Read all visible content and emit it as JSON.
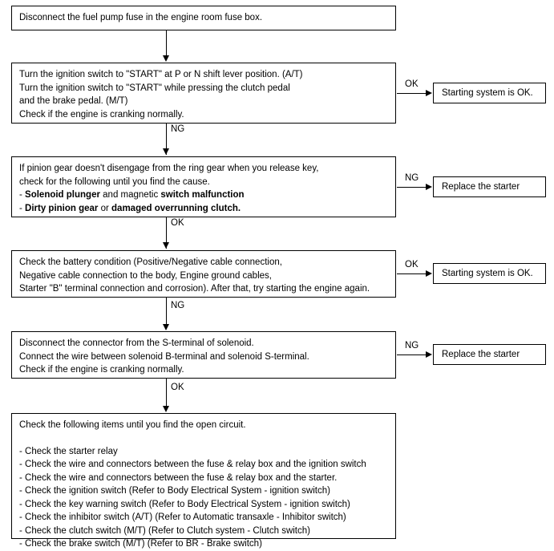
{
  "diagram": {
    "title": "Starting System Troubleshooting Flowchart",
    "line_color": "#000000",
    "box_fill": "#ffffff",
    "type": "flowchart"
  },
  "nodes": {
    "step1": {
      "lines": [
        "Disconnect the fuel pump fuse in the engine room fuse box."
      ]
    },
    "step2": {
      "lines": [
        "Turn the ignition switch to \"START\" at P or N shift lever position. (A/T)",
        "Turn the ignition switch to \"START\" while pressing the clutch pedal",
        "and the brake pedal. (M/T)",
        "Check if the engine is cranking normally."
      ]
    },
    "step3": {
      "line1": "If pinion gear doesn't disengage from the ring gear when you release key,",
      "line2": "check for the following until you find the cause.",
      "line3_a": "- ",
      "line3_b": "Solenoid plunger",
      "line3_c": " and magnetic ",
      "line3_d": "switch malfunction",
      "line4_a": "- ",
      "line4_b": "Dirty pinion gear",
      "line4_c": " or ",
      "line4_d": "damaged overrunning clutch."
    },
    "step4": {
      "lines": [
        "Check the battery condition (Positive/Negative cable connection,",
        "Negative cable connection to the body, Engine ground cables,",
        "Starter \"B\" terminal connection and corrosion). After that, try starting the engine again."
      ]
    },
    "step5": {
      "lines": [
        "Disconnect the connector from the S-terminal of solenoid.",
        "Connect the wire between solenoid B-terminal and solenoid S-terminal.",
        "Check if the engine is cranking normally."
      ]
    },
    "step6": {
      "heading": "Check the following items until you find the open circuit.",
      "items": [
        "- Check the starter relay",
        "- Check the wire and connectors between the fuse & relay box and the ignition switch",
        "- Check the wire and connectors between the fuse & relay box and the starter.",
        "- Check the ignition switch (Refer to Body Electrical System - ignition switch)",
        "- Check the key warning switch (Refer to Body Electrical System - ignition switch)",
        "- Check the inhibitor switch (A/T) (Refer to Automatic transaxle - Inhibitor switch)",
        "- Check the clutch switch (M/T) (Refer to Clutch system - Clutch switch)",
        "- Check the brake switch (M/T) (Refer to BR - Brake switch)"
      ]
    },
    "result1": {
      "label": "Starting system is OK."
    },
    "result2": {
      "label": "Replace the starter"
    },
    "result3": {
      "label": "Starting system is OK."
    },
    "result4": {
      "label": "Replace the starter"
    }
  },
  "edges": {
    "e1": {
      "label": ""
    },
    "e2": {
      "label": "NG"
    },
    "e3": {
      "label": "OK"
    },
    "e4": {
      "label": "NG"
    },
    "e5": {
      "label": "OK"
    },
    "b1": {
      "label": "OK"
    },
    "b2": {
      "label": "NG"
    },
    "b3": {
      "label": "OK"
    },
    "b4": {
      "label": "NG"
    }
  }
}
